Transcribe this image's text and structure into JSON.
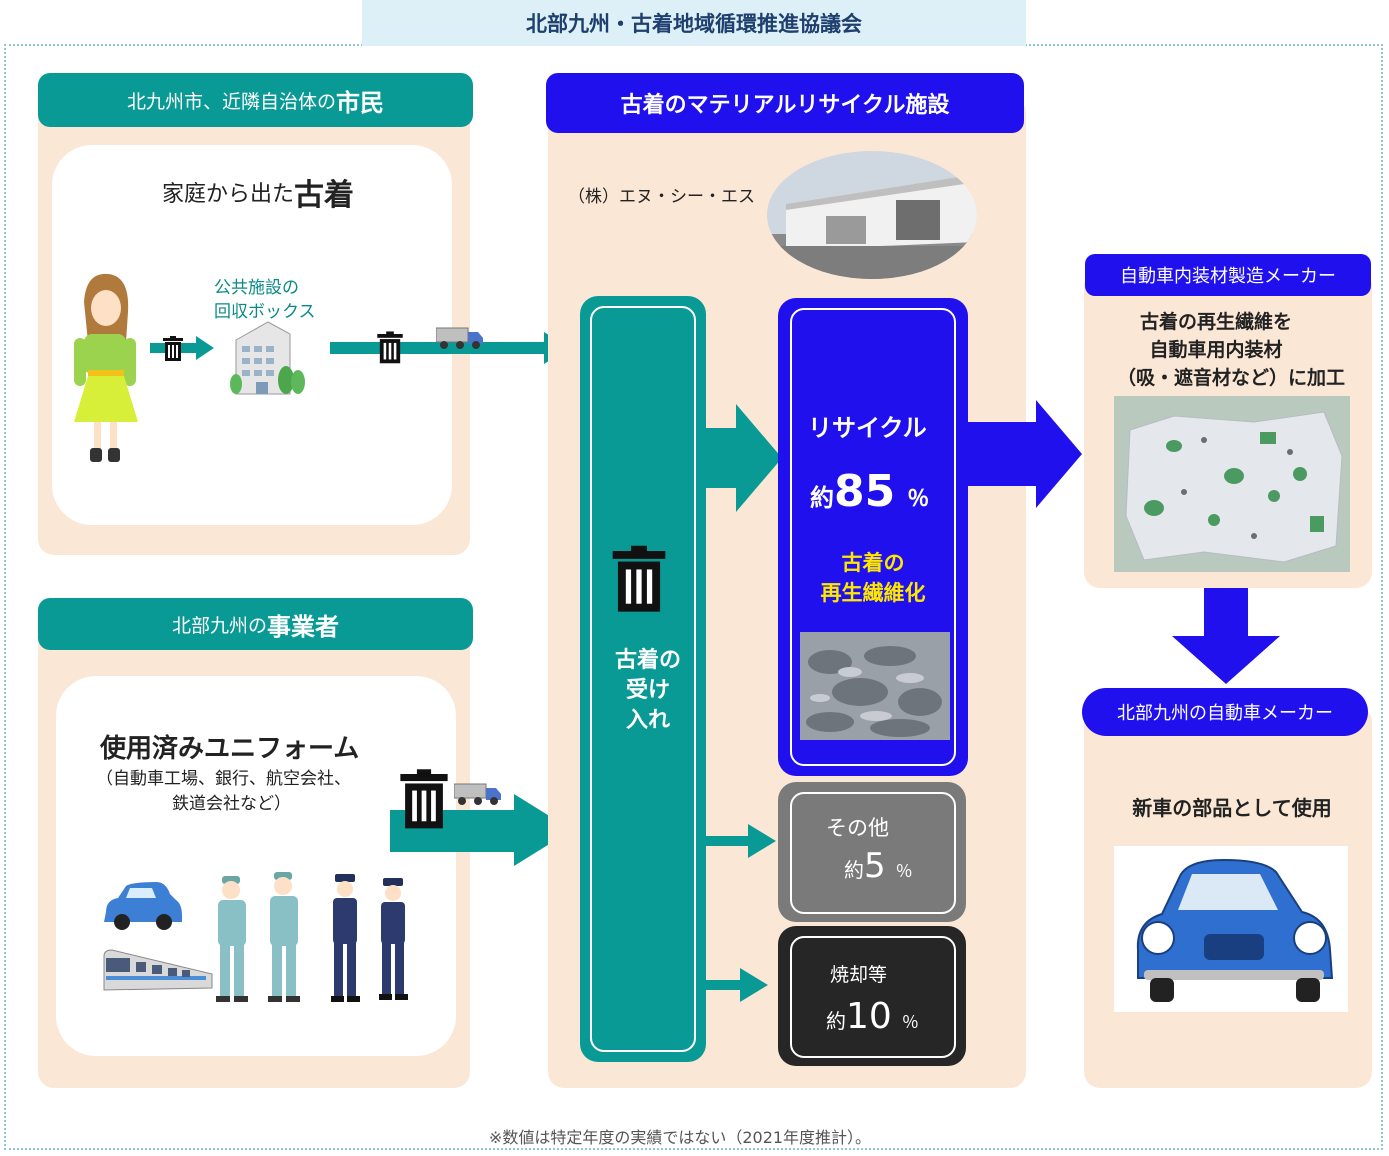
{
  "header": {
    "title": "北部九州・古着地域循環推進協議会"
  },
  "citizens": {
    "heading_prefix": "北九州市、近隣自治体の",
    "heading_strong": "市民",
    "card_title_prefix": "家庭から出た",
    "card_title_strong": "古着",
    "box_label_line1": "公共施設の",
    "box_label_line2": "回収ボックス"
  },
  "businesses": {
    "heading_prefix": "北部九州の",
    "heading_strong": "事業者",
    "card_title": "使用済みユニフォーム",
    "card_sub_line1": "（自動車工場、銀行、航空会社、",
    "card_sub_line2": "鉄道会社など）"
  },
  "facility": {
    "heading": "古着のマテリアルリサイクル施設",
    "company": "（株）エヌ・シー・エス",
    "receive_line1": "古着の",
    "receive_line2": "受け",
    "receive_line3": "入れ",
    "recycle": {
      "label": "リサイクル",
      "prefix": "約",
      "value": "85",
      "unit": "％",
      "desc_line1": "古着の",
      "desc_line2": "再生繊維化"
    },
    "other": {
      "label": "その他",
      "prefix": "約",
      "value": "5",
      "unit": "％"
    },
    "incinerate": {
      "label": "焼却等",
      "prefix": "約",
      "value": "10",
      "unit": "％"
    }
  },
  "interior_maker": {
    "heading": "自動車内装材製造メーカー",
    "desc_line1": "古着の再生繊維を",
    "desc_line2": "自動車用内装材",
    "desc_line3": "（吸・遮音材など）に加工"
  },
  "car_maker": {
    "heading": "北部九州の自動車メーカー",
    "desc": "新車の部品として使用"
  },
  "footnote": "※数値は特定年度の実績ではない（2021年度推計）。",
  "colors": {
    "teal": "#0a9a96",
    "blue": "#2010ee",
    "panel": "#fbe7d6",
    "yellow": "#ffe800"
  }
}
